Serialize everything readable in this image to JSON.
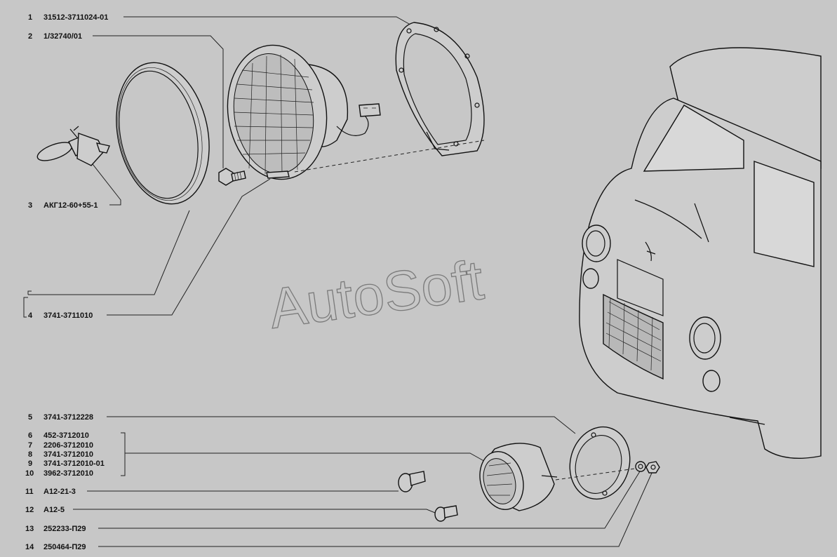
{
  "watermark": "AutoSoft",
  "callouts": [
    {
      "num": "1",
      "code": "31512-3711024-01"
    },
    {
      "num": "2",
      "code": "1/32740/01"
    },
    {
      "num": "3",
      "code": "АКГ12-60+55-1"
    },
    {
      "num": "4",
      "code": "3741-3711010"
    },
    {
      "num": "5",
      "code": "3741-3712228"
    },
    {
      "num": "6",
      "code": "452-3712010"
    },
    {
      "num": "7",
      "code": "2206-3712010"
    },
    {
      "num": "8",
      "code": "3741-3712010"
    },
    {
      "num": "9",
      "code": "3741-3712010-01"
    },
    {
      "num": "10",
      "code": "3962-3712010"
    },
    {
      "num": "11",
      "code": "А12-21-3"
    },
    {
      "num": "12",
      "code": "А12-5"
    },
    {
      "num": "13",
      "code": "252233-П29"
    },
    {
      "num": "14",
      "code": "250464-П29"
    }
  ]
}
